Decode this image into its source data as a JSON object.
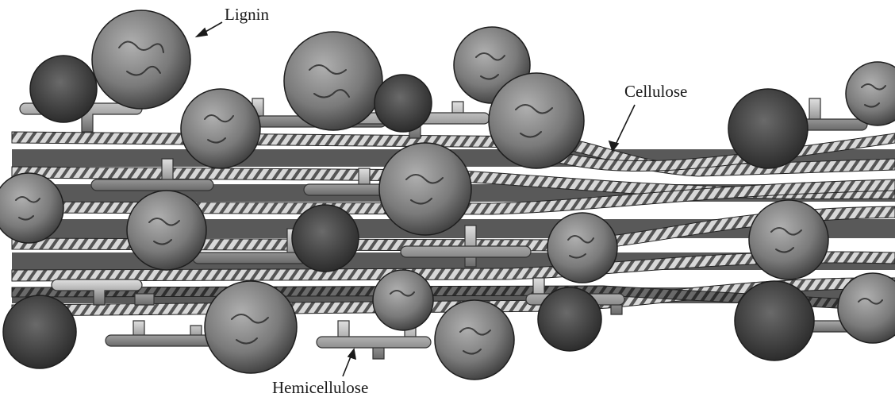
{
  "labels": {
    "lignin": "Lignin",
    "cellulose": "Cellulose",
    "hemicellulose": "Hemicellulose"
  },
  "colors": {
    "background": "#ffffff",
    "ink": "#1a1a1a",
    "lignin_fill": "#8a8a8a",
    "lignin_pattern": "#2a2a2a",
    "cellulose_dark": "#4a4a4a",
    "cellulose_light": "#d8d8d8",
    "hemicellulose_fill": "#b5b5b5"
  }
}
